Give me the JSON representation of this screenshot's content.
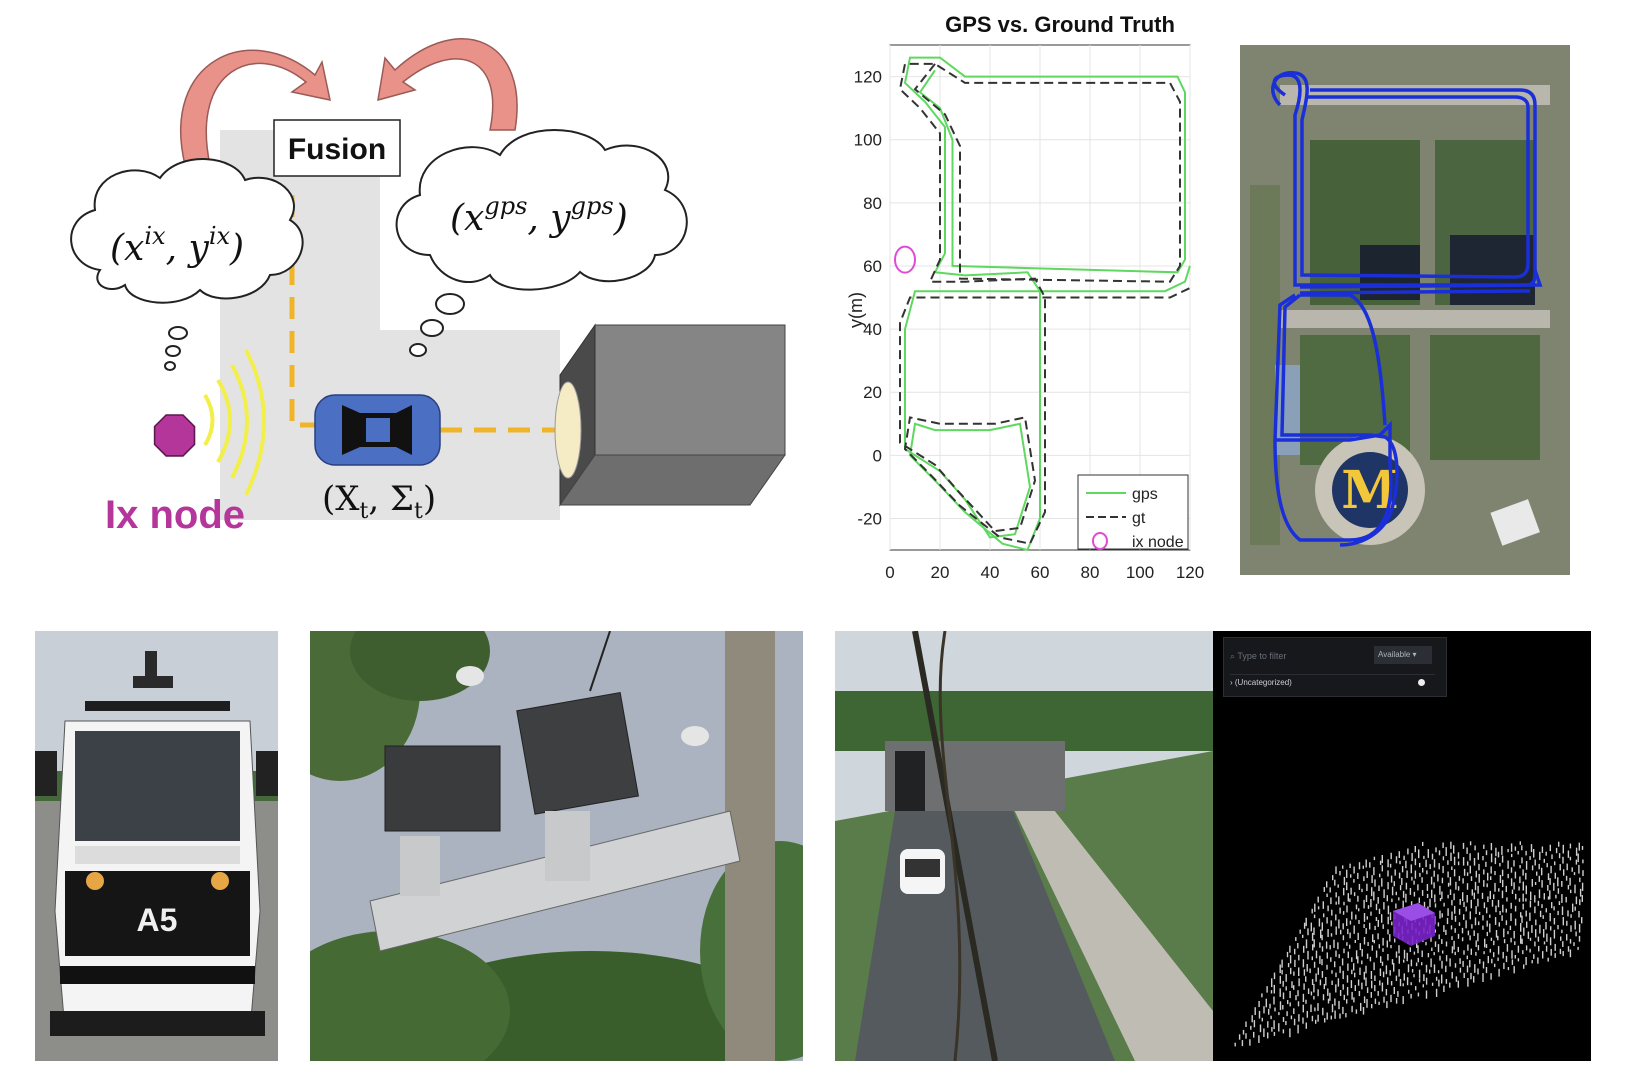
{
  "diagram": {
    "fusion_label": "Fusion",
    "ix_measurement": {
      "base": "(x",
      "sup1": "ix",
      "mid": ", y",
      "sup2": "ix",
      "end": ")"
    },
    "gps_measurement": {
      "base": "(x",
      "sup1": "gps",
      "mid": ", y",
      "sup2": "gps",
      "end": ")"
    },
    "state": {
      "open": "(",
      "x": "X",
      "x_sub": "t",
      "comma": ", ",
      "sigma": "Σ",
      "sigma_sub": "t",
      "close": ")"
    },
    "ix_node_label": "Ix node",
    "colors": {
      "ix_node": "#b5369a",
      "car": "#4a6fc3",
      "link": "#f0b429",
      "arrow": "#e8928a",
      "signal": "#f3ef4a"
    }
  },
  "chart_data": {
    "type": "line",
    "title": "GPS vs. Ground Truth",
    "xlabel": "",
    "ylabel": "y(m)",
    "xlim": [
      0,
      120
    ],
    "ylim": [
      -30,
      130
    ],
    "xticks": [
      0,
      20,
      40,
      60,
      80,
      100,
      120
    ],
    "yticks": [
      -20,
      0,
      20,
      40,
      60,
      80,
      100,
      120
    ],
    "grid": true,
    "legend_position": "bottom-right",
    "series": [
      {
        "name": "gps",
        "color": "#5fd85f",
        "dash": "solid",
        "points": [
          [
            18,
            122
          ],
          [
            12,
            115
          ],
          [
            20,
            110
          ],
          [
            25,
            100
          ],
          [
            25,
            70
          ],
          [
            25,
            60
          ],
          [
            115,
            58
          ],
          [
            118,
            62
          ],
          [
            118,
            115
          ],
          [
            115,
            120
          ],
          [
            30,
            120
          ],
          [
            20,
            126
          ],
          [
            8,
            126
          ],
          [
            6,
            118
          ],
          [
            14,
            112
          ],
          [
            22,
            104
          ],
          [
            22,
            64
          ],
          [
            18,
            58
          ],
          [
            30,
            57
          ],
          [
            55,
            58
          ],
          [
            60,
            52
          ],
          [
            60,
            -20
          ],
          [
            55,
            -30
          ],
          [
            45,
            -28
          ],
          [
            30,
            -18
          ],
          [
            18,
            -8
          ],
          [
            8,
            0
          ],
          [
            10,
            10
          ],
          [
            18,
            8
          ],
          [
            40,
            8
          ],
          [
            52,
            10
          ],
          [
            56,
            -10
          ],
          [
            50,
            -25
          ],
          [
            40,
            -26
          ],
          [
            30,
            -14
          ],
          [
            20,
            -5
          ],
          [
            6,
            2
          ],
          [
            6,
            40
          ],
          [
            10,
            52
          ],
          [
            30,
            52
          ],
          [
            110,
            52
          ],
          [
            118,
            55
          ],
          [
            120,
            60
          ]
        ]
      },
      {
        "name": "gt",
        "color": "#333333",
        "dash": "dashed",
        "points": [
          [
            18,
            124
          ],
          [
            10,
            116
          ],
          [
            22,
            108
          ],
          [
            28,
            98
          ],
          [
            28,
            72
          ],
          [
            28,
            56
          ],
          [
            112,
            55
          ],
          [
            116,
            60
          ],
          [
            116,
            112
          ],
          [
            112,
            118
          ],
          [
            30,
            118
          ],
          [
            18,
            124
          ],
          [
            6,
            124
          ],
          [
            4,
            116
          ],
          [
            12,
            110
          ],
          [
            20,
            102
          ],
          [
            20,
            62
          ],
          [
            16,
            55
          ],
          [
            30,
            55
          ],
          [
            58,
            56
          ],
          [
            62,
            50
          ],
          [
            62,
            -18
          ],
          [
            56,
            -28
          ],
          [
            44,
            -26
          ],
          [
            28,
            -16
          ],
          [
            16,
            -6
          ],
          [
            6,
            2
          ],
          [
            8,
            12
          ],
          [
            20,
            10
          ],
          [
            42,
            10
          ],
          [
            54,
            12
          ],
          [
            58,
            -8
          ],
          [
            52,
            -23
          ],
          [
            42,
            -24
          ],
          [
            28,
            -12
          ],
          [
            18,
            -3
          ],
          [
            4,
            4
          ],
          [
            4,
            42
          ],
          [
            8,
            50
          ],
          [
            30,
            50
          ],
          [
            112,
            50
          ],
          [
            120,
            53
          ]
        ]
      }
    ],
    "ix_node": {
      "name": "ix node",
      "x": 6,
      "y": 62,
      "color": "#e04bd6"
    }
  },
  "map_view": {
    "logo": "M",
    "track_color": "#1a2fd8",
    "ix_marker_color": "#e04bd6"
  },
  "photos": {
    "vehicle_logo": "A5",
    "software_ui": {
      "filter_placeholder": "Type to filter",
      "dropdown_value": "Available",
      "tree_item": "(Uncategorized)"
    }
  }
}
